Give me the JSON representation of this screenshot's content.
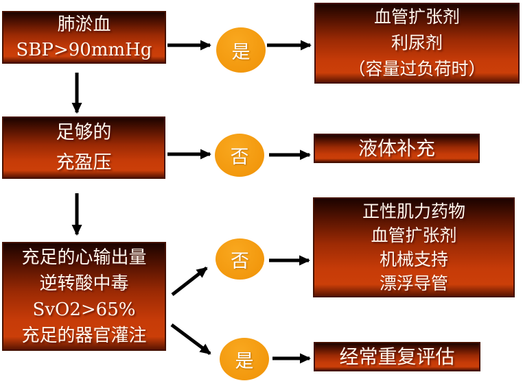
{
  "diagram": {
    "type": "flowchart",
    "language": "zh-CN",
    "boxes": {
      "pulmonary": {
        "lines": [
          "肺淤血",
          "SBP>90mmHg"
        ]
      },
      "vasodilator": {
        "lines": [
          "血管扩张剂",
          "利尿剂",
          "（容量过负荷时）"
        ]
      },
      "filling": {
        "lines": [
          "足够的",
          "充盈压"
        ]
      },
      "fluid": {
        "lines": [
          "液体补充"
        ]
      },
      "output": {
        "lines": [
          "充足的心输出量",
          "逆转酸中毒",
          "SvO2>65%",
          "充足的器官灌注"
        ]
      },
      "inotropes": {
        "lines": [
          "正性肌力药物",
          "血管扩张剂",
          "机械支持",
          "漂浮导管"
        ]
      },
      "reassess": {
        "lines": [
          "经常重复评估"
        ]
      }
    },
    "decisions": {
      "yes_top": {
        "label": "是"
      },
      "no_mid": {
        "label": "否"
      },
      "no_low": {
        "label": "否"
      },
      "yes_low": {
        "label": "是"
      }
    },
    "colors": {
      "box_gradient_dark": "#1c0300",
      "box_gradient_bright": "#c63b08",
      "box_border": "#451000",
      "decision_circle": "#f2970c",
      "arrow": "#000000",
      "text": "#fff7ee",
      "background": "#ffffff"
    }
  }
}
